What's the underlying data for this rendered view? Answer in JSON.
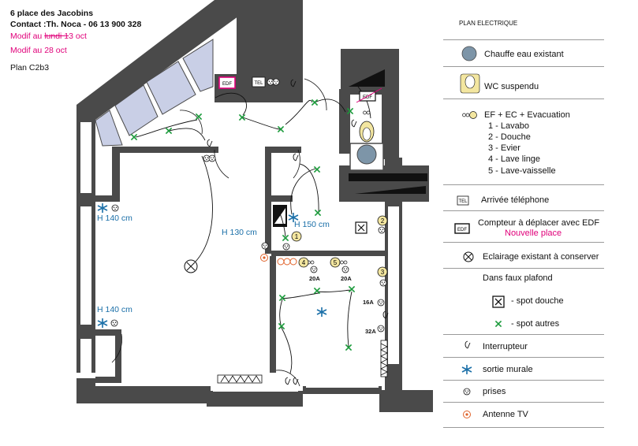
{
  "header": {
    "address": "6 place des Jacobins",
    "contact": "Contact :Th. Noca - 06 13 900 328",
    "modif_1_prefix": "Modif au ",
    "modif_1_struck": "lundi 1",
    "modif_1_suffix": "3 oct",
    "modif_2": "Modif au  28 oct",
    "plan_name": "Plan C2b3"
  },
  "legend": {
    "title": "PLAN ELECTRIQUE",
    "items": [
      {
        "label": "Chauffe eau existant",
        "icon": "water-heater-icon"
      },
      {
        "label": "WC suspendu",
        "icon": "wc-icon"
      },
      {
        "label": "EF + EC + Evacuation",
        "icon": "plumbing-icon",
        "sub": [
          "1  - Lavabo",
          "2  - Douche",
          "3 - Evier",
          "4 - Lave linge",
          "5 - Lave-vaisselle"
        ]
      },
      {
        "label": "Arrivée téléphone",
        "icon": "telephone-box-icon",
        "badge": "TEL"
      },
      {
        "label": "Compteur à déplacer avec EDF",
        "icon": "edf-meter-icon",
        "badge": "EDF",
        "note": "Nouvelle place"
      },
      {
        "label": "Eclairage existant à conserver",
        "icon": "existing-light-icon"
      },
      {
        "label": "Dans faux plafond",
        "icon": ""
      },
      {
        "label": "- spot douche",
        "icon": "shower-spot-icon"
      },
      {
        "label": "- spot autres",
        "icon": "spot-icon"
      },
      {
        "label": "Interrupteur",
        "icon": "switch-icon"
      },
      {
        "label": "sortie murale",
        "icon": "wall-outlet-icon"
      },
      {
        "label": "prises",
        "icon": "socket-icon"
      },
      {
        "label": "Antenne TV",
        "icon": "tv-antenna-icon"
      }
    ]
  },
  "plan": {
    "edf_badge": "EDF",
    "tel_badge": "TEL",
    "heights": [
      "H 140 cm",
      "H 130 cm",
      "H 150 cm",
      "H 140 cm"
    ],
    "circuits": [
      "20A",
      "20A",
      "16A",
      "32A"
    ],
    "fixture_numbers": [
      "1",
      "2",
      "3",
      "4",
      "5"
    ]
  },
  "colors": {
    "wall": "#4a4a4a",
    "window": "#c9cfe6",
    "spot": "#1a9a3a",
    "outlet": "#1a6fa8",
    "accent": "#e0007a",
    "fixture": "#f3e6a0",
    "heater": "#7d95a8",
    "antenna": "#e0622a"
  }
}
